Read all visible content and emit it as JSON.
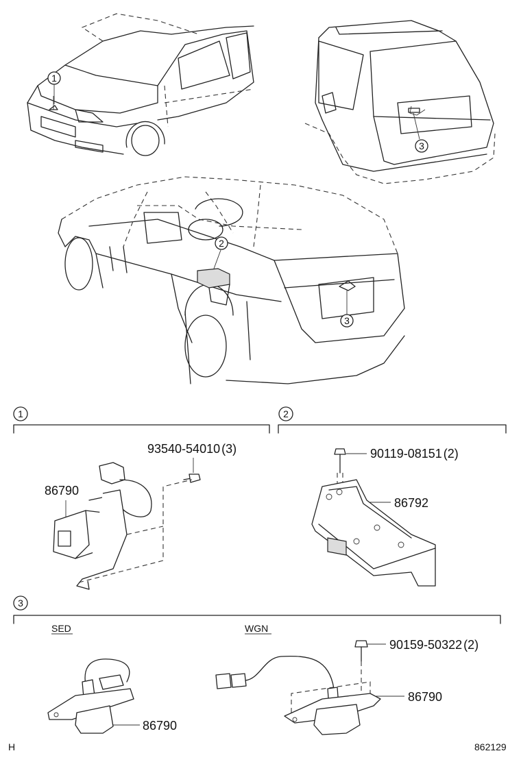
{
  "callouts": {
    "front_bumper": "1",
    "console": "2",
    "wagon_rear": "3",
    "sedan_rear": "3"
  },
  "sections": {
    "s1": {
      "marker": "1",
      "parts": [
        {
          "number": "93540-54010",
          "qty": "(3)"
        },
        {
          "number": "86790",
          "qty": ""
        }
      ]
    },
    "s2": {
      "marker": "2",
      "parts": [
        {
          "number": "90119-08151",
          "qty": "(2)"
        },
        {
          "number": "86792",
          "qty": ""
        }
      ]
    },
    "s3": {
      "marker": "3",
      "sed_label": "SED",
      "wgn_label": "WGN",
      "parts": [
        {
          "number": "90159-50322",
          "qty": "(2)"
        },
        {
          "number": "86790",
          "qty": ""
        },
        {
          "number": "86790",
          "qty": ""
        }
      ]
    }
  },
  "footer": {
    "left_code": "H",
    "diagram_number": "862129"
  }
}
